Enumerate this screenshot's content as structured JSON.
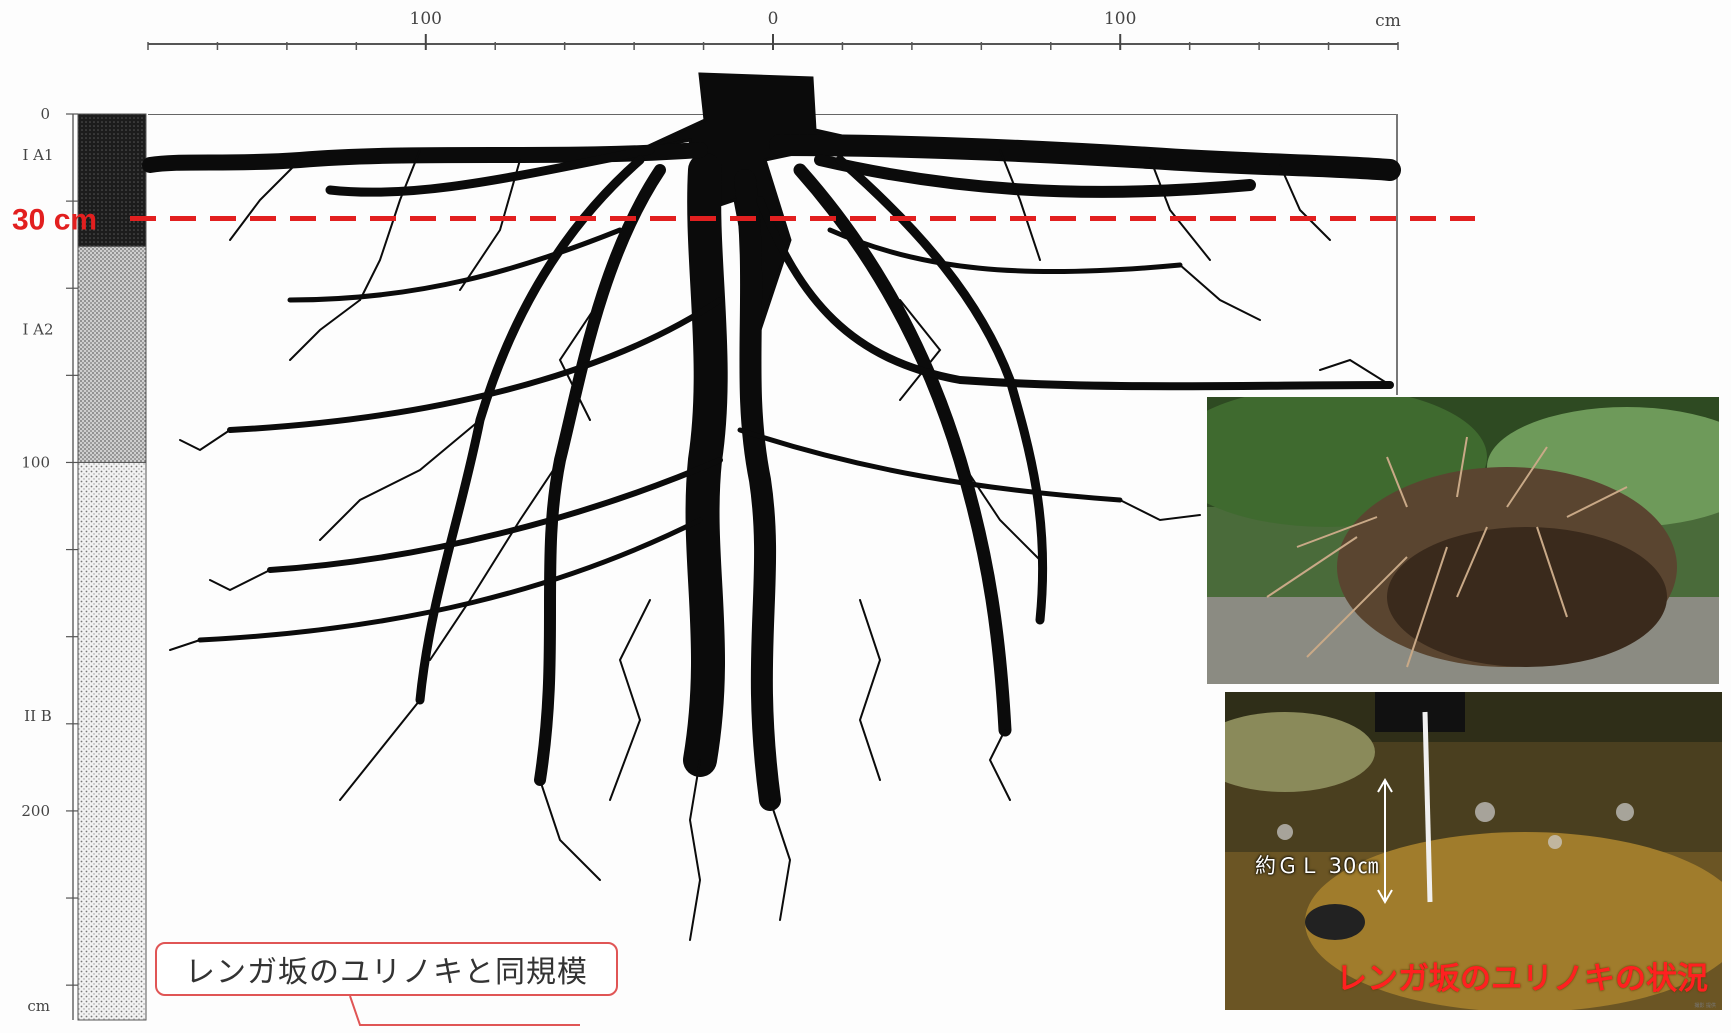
{
  "top_axis": {
    "ticks": [
      {
        "value": -100,
        "label": "100"
      },
      {
        "value": 0,
        "label": "0"
      },
      {
        "value": 100,
        "label": "100"
      }
    ],
    "unit_label": "cm",
    "range": [
      -180,
      180
    ]
  },
  "depth_axis": {
    "ticks": [
      {
        "depth": 0,
        "label": "0"
      },
      {
        "depth": 100,
        "label": "100"
      },
      {
        "depth": 200,
        "label": "200"
      },
      {
        "depth": 256,
        "label": "cm"
      }
    ],
    "horizons": [
      {
        "name": "IA1",
        "label": "I A1",
        "from": 0,
        "to": 38,
        "color": "#1d1d1d"
      },
      {
        "name": "IA2",
        "label": "I A2",
        "from": 38,
        "to": 100,
        "color": "#bdbdbd"
      },
      {
        "name": "IIB",
        "label": "II B",
        "from": 100,
        "to": 260,
        "color": "#e4e4e4"
      }
    ]
  },
  "depth_marker": {
    "label": "30 cm",
    "depth": 30,
    "color": "#e21f1f"
  },
  "callout": {
    "text": "レンガ坂のユリノキと同規模"
  },
  "photos": {
    "top": {
      "description_icon": "uprooted-tree-photo"
    },
    "bottom": {
      "annotation": "約ＧＬ 30㎝",
      "caption": "レンガ坂のユリノキの状況",
      "credit": "撮影 提供"
    }
  }
}
